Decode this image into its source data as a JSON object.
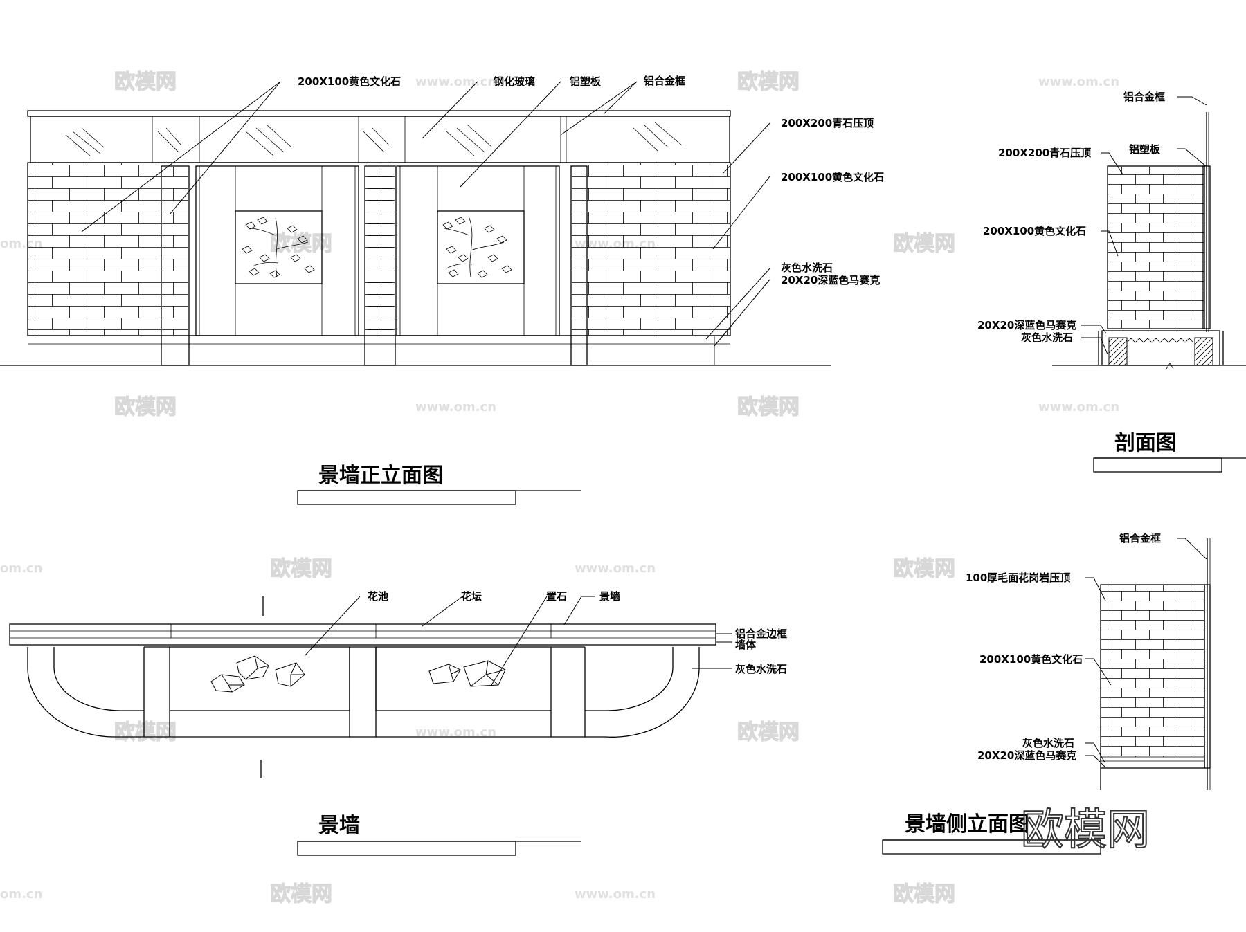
{
  "watermarks": {
    "brand": "欧模网",
    "url": "www.om.cn",
    "url_fragment": "om.cn"
  },
  "front_elevation": {
    "title": "景墙正立面图",
    "labels": {
      "culture_stone_top": "200X100黄色文化石",
      "glass": "钢化玻璃",
      "aluminum_plastic": "铝塑板",
      "aluminum_frame": "铝合金框",
      "bluestone_cap": "200X200青石压顶",
      "culture_stone_right": "200X100黄色文化石",
      "washed_stone": "灰色水洗石",
      "mosaic": "20X20深蓝色马赛克"
    }
  },
  "section": {
    "title": "剖面图",
    "labels": {
      "aluminum_frame": "铝合金框",
      "bluestone_cap": "200X200青石压顶",
      "aluminum_plastic": "铝塑板",
      "culture_stone": "200X100黄色文化石",
      "mosaic": "20X20深蓝色马赛克",
      "washed_stone": "灰色水洗石"
    }
  },
  "plan": {
    "title": "景墙",
    "labels": {
      "flower_pool": "花池",
      "flower_bed": "花坛",
      "rock": "置石",
      "wall": "景墙",
      "aluminum_edge": "铝合金边框",
      "wall_body": "墙体",
      "washed_stone": "灰色水洗石"
    }
  },
  "side_elevation": {
    "title": "景墙侧立面图",
    "labels": {
      "aluminum_frame": "铝合金框",
      "granite_cap": "100厚毛面花岗岩压顶",
      "culture_stone": "200X100黄色文化石",
      "washed_stone": "灰色水洗石",
      "mosaic": "20X20深蓝色马赛克"
    }
  }
}
